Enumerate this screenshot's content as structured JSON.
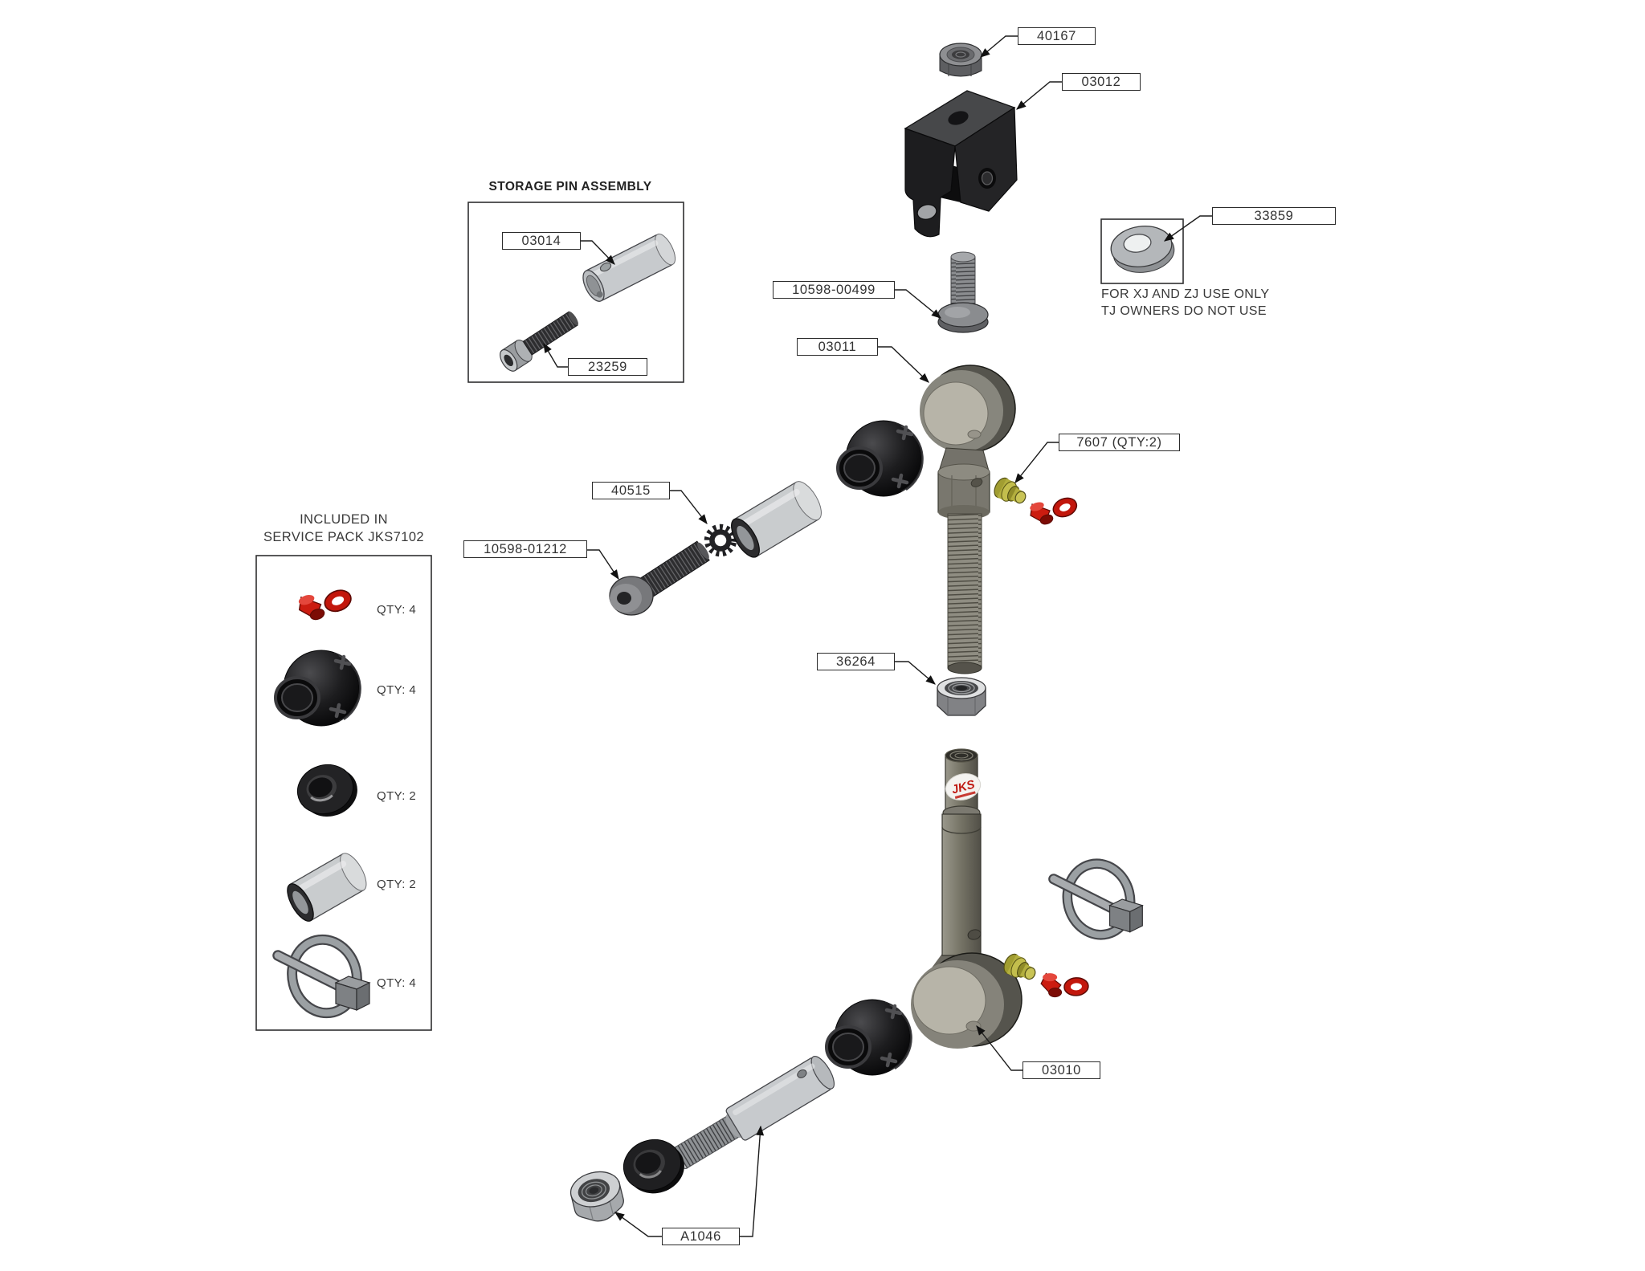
{
  "colors": {
    "label_border": "#2b2b2b",
    "text": "#3a3a3a",
    "cap_red": "#c2170c",
    "fitting_yellow": "#b3af3e",
    "link_metal": "#7b796f",
    "rubber_black": "#1c1c1e",
    "plated_gray": "#c7cacd"
  },
  "callouts": {
    "top_nut": "40167",
    "clevis": "03012",
    "washer": "33859",
    "upper_bolt": "10598-00499",
    "upper_link": "03011",
    "grease_fitting": "7607 (QTY:2)",
    "storage_pin": "03014",
    "storage_bolt": "23259",
    "star_washer": "40515",
    "lower_bolt": "10598-01212",
    "jam_nut": "36264",
    "lower_link": "03010",
    "stud": "A1046"
  },
  "storage_assembly": {
    "title": "STORAGE PIN ASSEMBLY"
  },
  "washer_note": {
    "line1": "FOR XJ AND ZJ USE ONLY",
    "line2": "TJ OWNERS DO NOT USE"
  },
  "service_pack": {
    "title_line1": "INCLUDED IN",
    "title_line2": "SERVICE PACK JKS7102",
    "items": [
      {
        "part": "dust-cap",
        "qty": "QTY: 4"
      },
      {
        "part": "ball-bushing",
        "qty": "QTY: 4"
      },
      {
        "part": "retainer-ring",
        "qty": "QTY: 2"
      },
      {
        "part": "metal-sleeve",
        "qty": "QTY: 2"
      },
      {
        "part": "lynch-pin",
        "qty": "QTY: 4"
      }
    ]
  },
  "logo": "JKS"
}
